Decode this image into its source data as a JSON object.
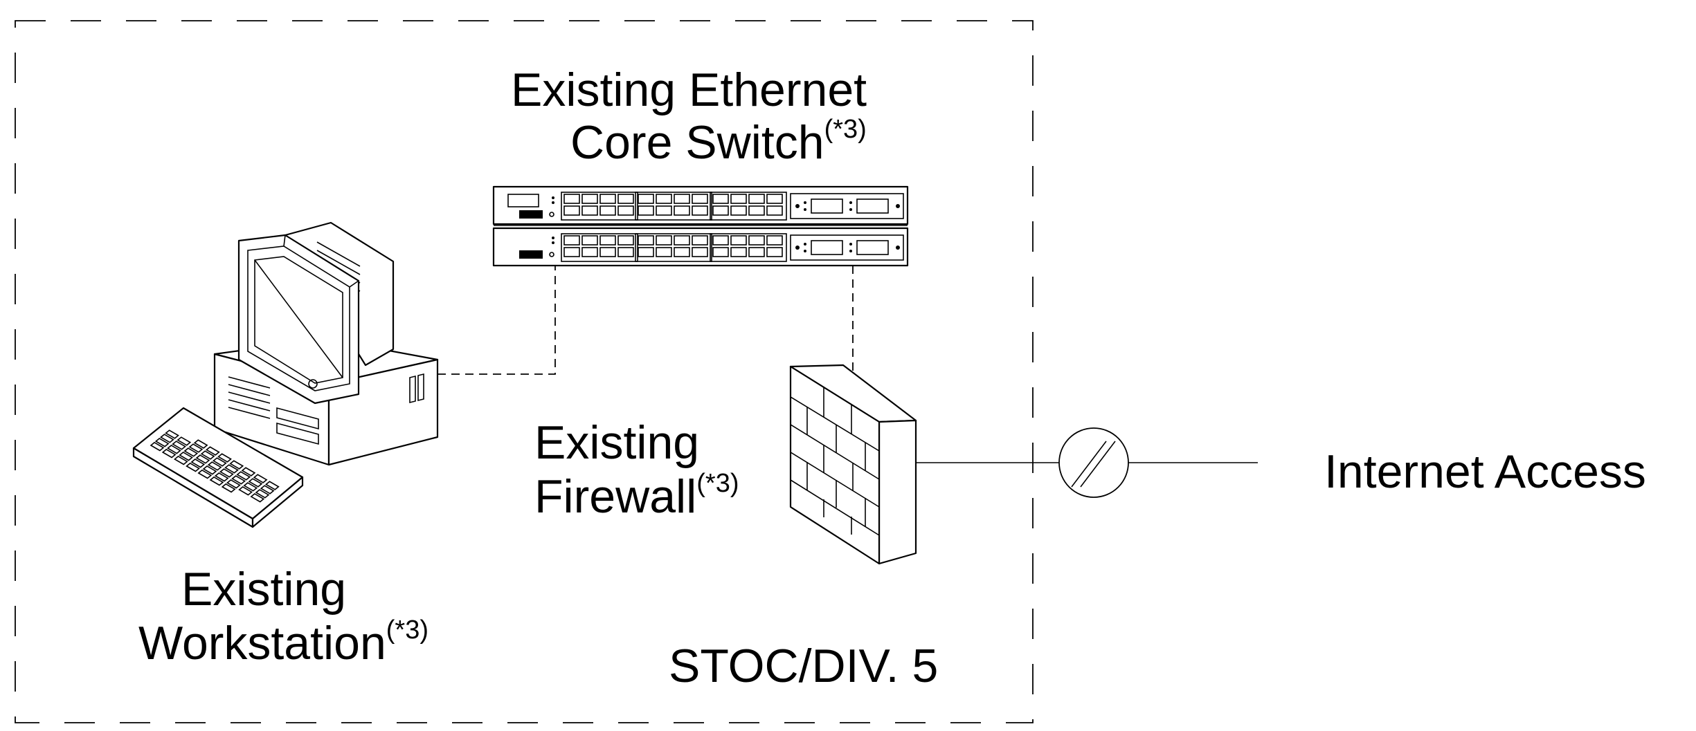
{
  "boundary": {
    "label": "STOC/DIV. 5"
  },
  "switch": {
    "line1": "Existing Ethernet",
    "line2": "Core Switch",
    "note": "(*3)",
    "icon": "network-switch"
  },
  "firewall": {
    "line1": "Existing",
    "line2": "Firewall",
    "note": "(*3)",
    "icon": "brick-wall-firewall"
  },
  "workstation": {
    "line1": "Existing",
    "line2": "Workstation",
    "note": "(*3)",
    "icon": "desktop-computer"
  },
  "internet": {
    "label": "Internet Access",
    "symbol": "circle-with-double-slash"
  }
}
